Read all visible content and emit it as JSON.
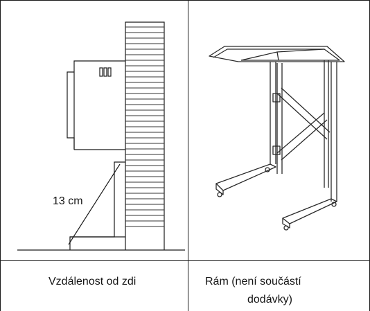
{
  "left_cell": {
    "dimension_label": "13 cm",
    "caption": "Vzdálenost od zdi"
  },
  "right_cell": {
    "caption_line1": "Rám (není součástí",
    "caption_line2": "dodávky)"
  }
}
